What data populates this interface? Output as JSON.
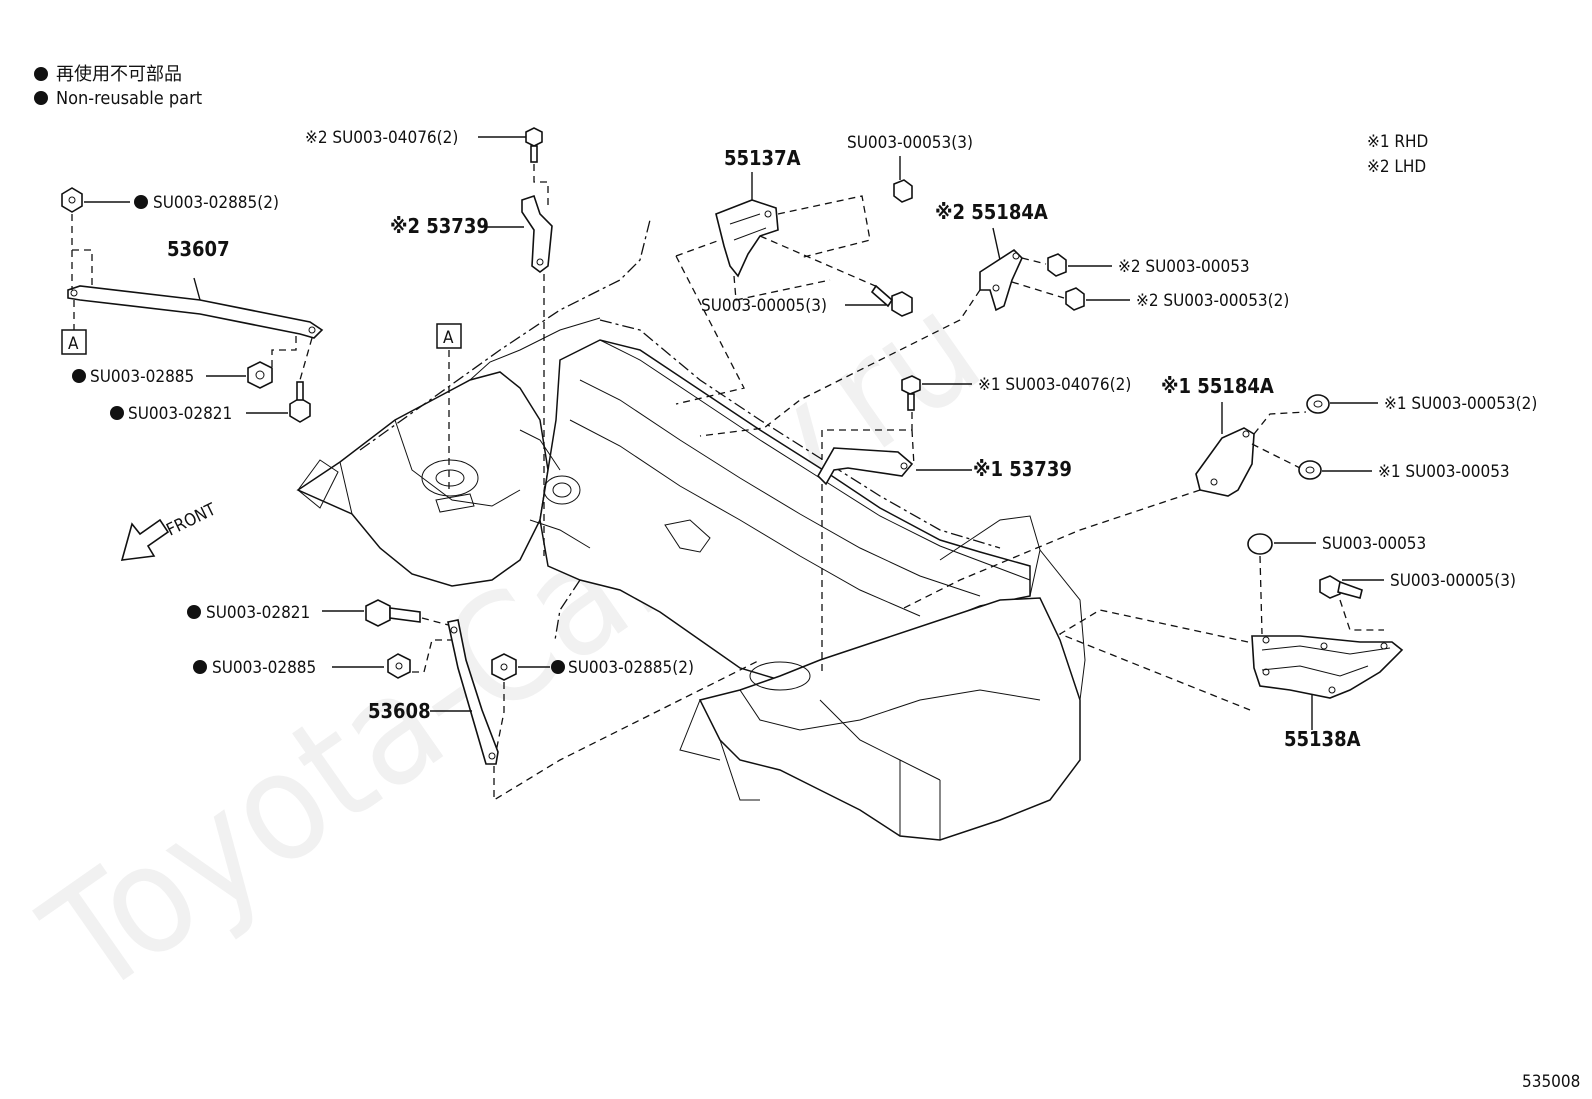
{
  "legend": {
    "line1": "再使用不可部品",
    "line2": "Non-reusable part"
  },
  "notes": {
    "rhd": "※1 RHD",
    "lhd": "※2 LHD"
  },
  "watermark": "Toyota-Camry.ru",
  "diagram_id": "535008",
  "front_label": "FRONT",
  "view_markers": [
    "A",
    "A"
  ],
  "labels": {
    "l01": "※2 SU003-04076(2)",
    "l02": "SU003-02885(2)",
    "l03": "53607",
    "l04": "※2 53739",
    "l05": "SU003-02885",
    "l06": "SU003-02821",
    "l07": "55137A",
    "l08": "SU003-00053(3)",
    "l09": "SU003-00005(3)",
    "l10": "※2 55184A",
    "l11": "※2 SU003-00053",
    "l12": "※2 SU003-00053(2)",
    "l13": "※1 SU003-04076(2)",
    "l14": "※1 55184A",
    "l15": "※1 SU003-00053(2)",
    "l16": "※1 53739",
    "l17": "※1 SU003-00053",
    "l18": "SU003-00053",
    "l19": "SU003-00005(3)",
    "l20": "SU003-02821",
    "l21": "SU003-02885",
    "l22": "SU003-02885(2)",
    "l23": "53608",
    "l24": "55138A"
  }
}
